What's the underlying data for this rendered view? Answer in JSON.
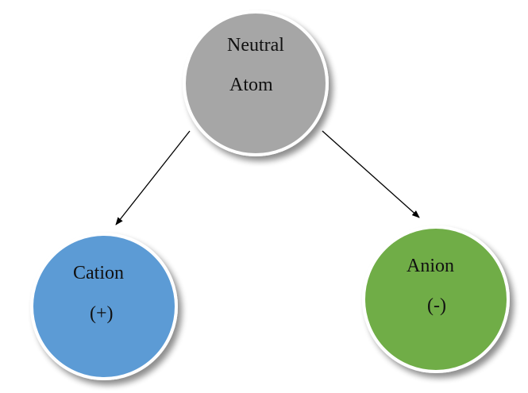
{
  "nodes": {
    "neutral_atom": {
      "line1": "Neutral",
      "line2": "Atom",
      "fill": "#a6a6a6"
    },
    "cation": {
      "line1": "Cation",
      "line2": "(+)",
      "fill": "#5b9bd5"
    },
    "anion": {
      "line1": "Anion",
      "line2": "(-)",
      "fill": "#70ad47"
    }
  },
  "colors": {
    "outline": "#ffffff",
    "arrow": "#000000"
  }
}
